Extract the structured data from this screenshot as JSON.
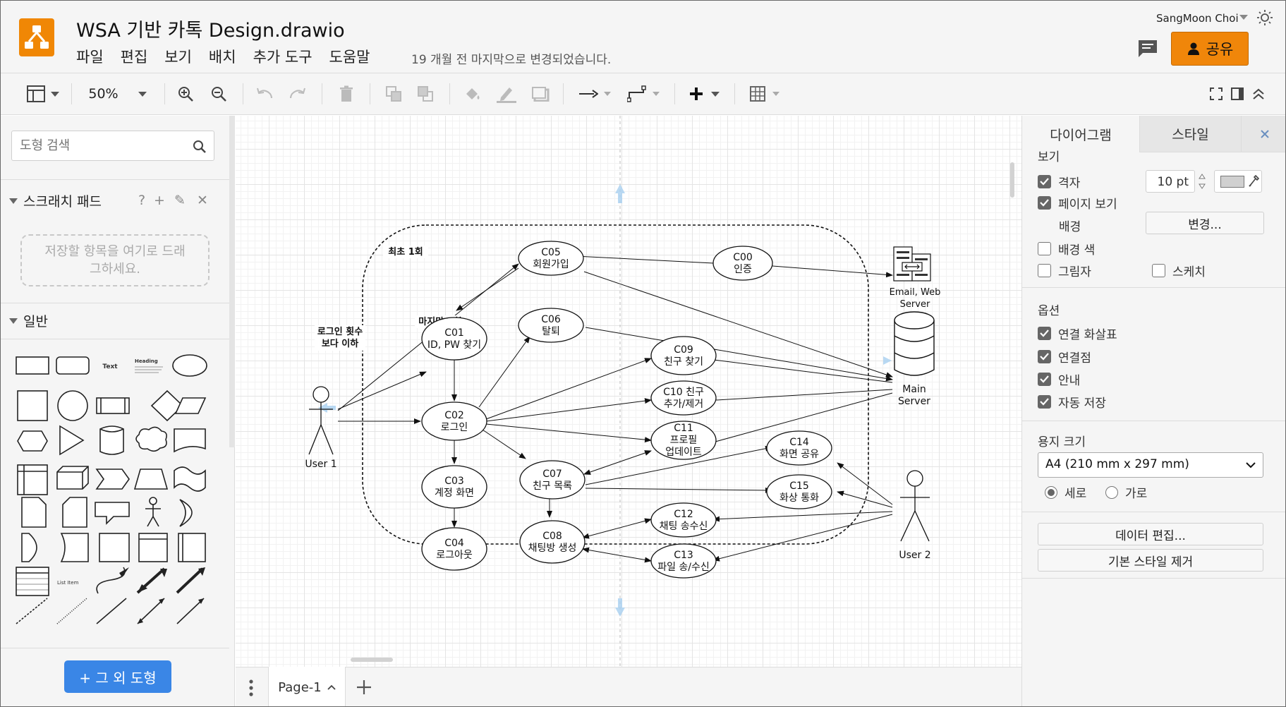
{
  "header": {
    "title": "WSA 기반 카톡 Design.drawio",
    "menu": [
      "파일",
      "편집",
      "보기",
      "배치",
      "추가 도구",
      "도움말"
    ],
    "last_change": "19 개월 전 마지막으로 변경되었습니다.",
    "user": "SangMoon Choi",
    "share_label": "공유",
    "accent_color": "#f08705"
  },
  "toolbar": {
    "zoom": "50%",
    "icons": [
      "format-panel-icon",
      "zoom-in-icon",
      "zoom-out-icon",
      "undo-icon",
      "redo-icon",
      "delete-icon",
      "to-front-icon",
      "to-back-icon",
      "fill-color-icon",
      "line-color-icon",
      "shadow-icon",
      "connection-icon",
      "waypoints-icon",
      "insert-icon",
      "table-icon",
      "fullscreen-icon",
      "toggle-format-icon",
      "collapse-icon"
    ]
  },
  "left": {
    "search_placeholder": "도형 검색",
    "scratchpad_title": "스크래치 패드",
    "scratchpad_icons": [
      "?",
      "+",
      "✎",
      "✕"
    ],
    "dropzone_line1": "저장할 항목을 여기로 드래",
    "dropzone_line2": "그하세요.",
    "general_title": "일반",
    "more_shapes": "+ 그 외 도형",
    "shape_text_label": "Text",
    "shape_heading_label": "Heading",
    "shape_list_label": "List Item"
  },
  "diagram": {
    "nodes": {
      "c05": [
        "C05",
        "회원가입"
      ],
      "c00": [
        "C00",
        "인증"
      ],
      "c06": [
        "C06",
        "탈퇴"
      ],
      "c01": [
        "C01",
        "ID, PW 찾기"
      ],
      "c09": [
        "C09",
        "친구 찾기"
      ],
      "c10": [
        "C10 친구",
        "추가/제거"
      ],
      "c02": [
        "C02",
        "로그인"
      ],
      "c11": [
        "C11",
        "프로필",
        "업데이트"
      ],
      "c14": [
        "C14",
        "화면 공유"
      ],
      "c07": [
        "C07",
        "친구 목록"
      ],
      "c15": [
        "C15",
        "화상 통화"
      ],
      "c03": [
        "C03",
        "계정 화면"
      ],
      "c12": [
        "C12",
        "채팅 송수신"
      ],
      "c08": [
        "C08",
        "채팅방 생성"
      ],
      "c04": [
        "C04",
        "로그아웃"
      ],
      "c13": [
        "C13",
        "파일 송/수신"
      ]
    },
    "edge_labels": {
      "first": "최초 1회",
      "last": "마지막 1회",
      "login_count_1": "로그인 횟수",
      "login_count_2": "보다 이하"
    },
    "actors": {
      "user1": "User 1",
      "user2": "User 2"
    },
    "servers": {
      "email_1": "Email, Web",
      "email_2": "Server",
      "main_1": "Main",
      "main_2": "Server"
    }
  },
  "pages": {
    "current": "Page-1"
  },
  "right": {
    "tabs": [
      "다이어그램",
      "스타일"
    ],
    "view_title": "보기",
    "grid": "격자",
    "grid_size": "10 pt",
    "page_view": "페이지 보기",
    "background": "배경",
    "change_btn": "변경...",
    "bg_color": "배경 색",
    "shadow": "그림자",
    "sketch": "스케치",
    "options_title": "옵션",
    "conn_arrows": "연결 화살표",
    "conn_points": "연결점",
    "guides": "안내",
    "autosave": "자동 저장",
    "paper_title": "용지 크기",
    "paper_value": "A4 (210 mm x 297 mm)",
    "portrait": "세로",
    "landscape": "가로",
    "edit_data": "데이터 편집...",
    "clear_style": "기본 스타일 제거"
  }
}
